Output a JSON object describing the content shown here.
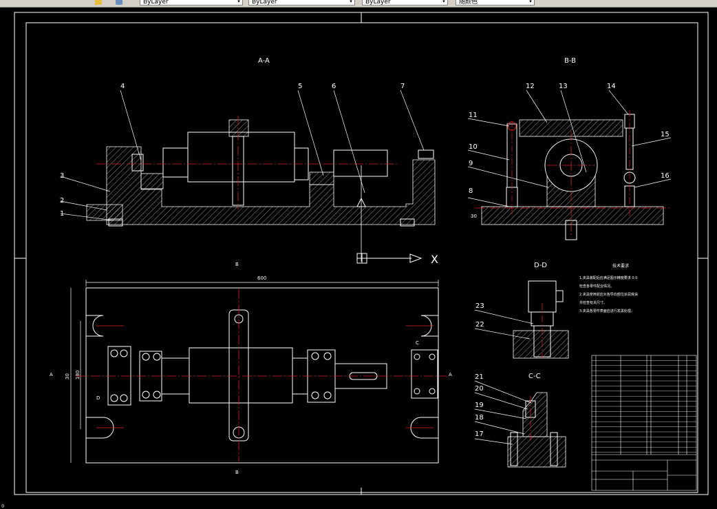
{
  "toolbar": {
    "layer_control": "ByLayer",
    "linetype_control": "ByLayer",
    "lineweight_control": "ByLayer",
    "plotstyle_control": "随颜色"
  },
  "drawing": {
    "view_aa": "A-A",
    "view_bb": "B-B",
    "view_dd": "D-D",
    "view_cc": "C-C",
    "tech_title": "技术要求",
    "tech_lines": [
      "1.夹具装配后应满足图示精度要求 0.0",
      "检查各零件配合情况。",
      "2.夹具使用前应对各导向部位涂润滑油",
      "并检查有关尺寸。",
      "3.夹具各零件表面应进行发黑处理。"
    ],
    "balloons_aa": [
      "1",
      "2",
      "3",
      "4",
      "5",
      "6",
      "7"
    ],
    "balloons_bb": [
      "8",
      "9",
      "10",
      "11",
      "12",
      "13",
      "14",
      "15",
      "16"
    ],
    "balloons_dd": [
      "22",
      "23"
    ],
    "balloons_cc": [
      "17",
      "18",
      "19",
      "20",
      "21"
    ],
    "dim_width": "600",
    "dim_h1": "30",
    "dim_h2": "180",
    "dim_b": "30",
    "section_b_top": "B",
    "section_b_bottom": "B",
    "section_a_left": "A",
    "section_a_right": "A",
    "section_c": "C",
    "section_d": "D",
    "axis_x": "X"
  },
  "status": {
    "coords": "0"
  }
}
